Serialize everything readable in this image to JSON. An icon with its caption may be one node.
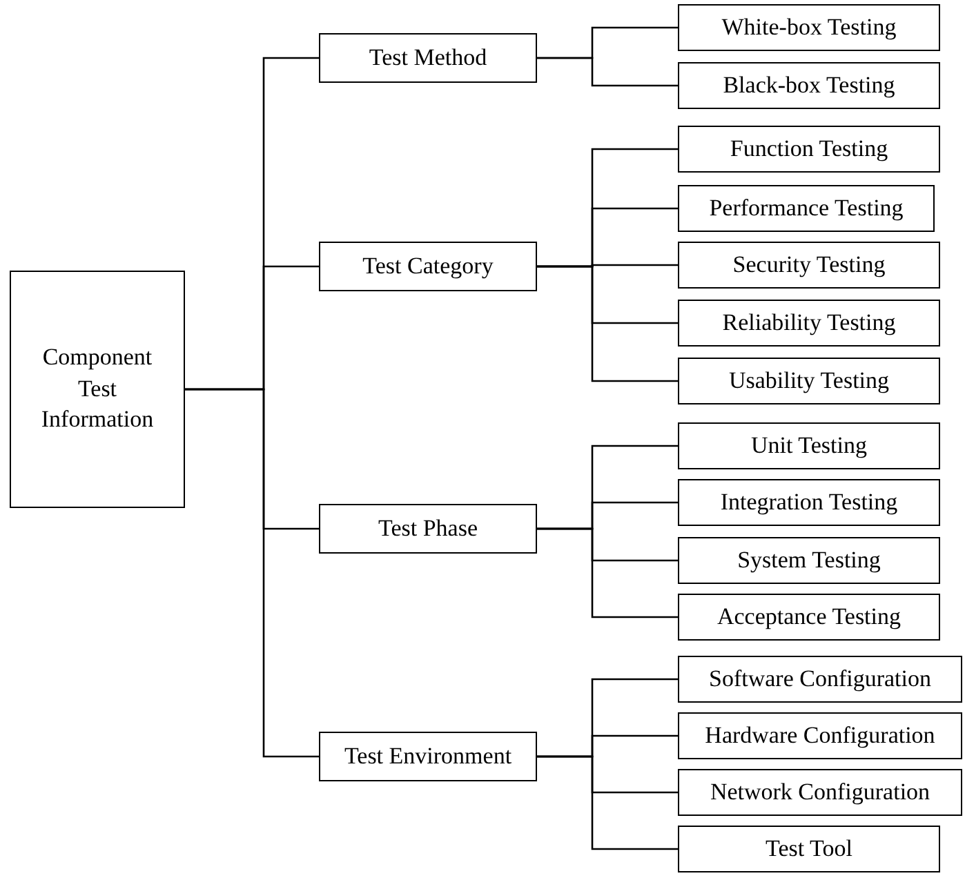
{
  "diagram": {
    "nodes": [
      {
        "text": [
          "Component Test Information"
        ]
      },
      {
        "text": [
          "Test Method"
        ]
      },
      {
        "text": [
          "White-box Testing"
        ]
      },
      {
        "text": [
          "Black-box Testing"
        ]
      },
      {
        "text": [
          "Test Category"
        ]
      },
      {
        "text": [
          "Function Testing"
        ]
      },
      {
        "text": [
          "Performance Testing"
        ]
      },
      {
        "text": [
          "Security Testing"
        ]
      },
      {
        "text": [
          "Reliability Testing"
        ]
      },
      {
        "text": [
          "Usability Testing"
        ]
      },
      {
        "text": [
          "Test Phase"
        ]
      },
      {
        "text": [
          "Unit Testing"
        ]
      },
      {
        "text": [
          "Integration Testing"
        ]
      },
      {
        "text": [
          "System Testing"
        ]
      },
      {
        "text": [
          "Acceptance Testing"
        ]
      },
      {
        "text": [
          "Test Environment"
        ]
      },
      {
        "text": [
          "Software Configuration"
        ]
      },
      {
        "text": [
          "Hardware Configuration"
        ]
      },
      {
        "text": [
          "Network Configuration"
        ]
      },
      {
        "text": [
          "Test Tool"
        ]
      }
    ],
    "edges": [
      {
        "from": 0,
        "to": 1,
        "arrow": "none"
      },
      {
        "from": 0,
        "to": 4,
        "arrow": "none"
      },
      {
        "from": 0,
        "to": 10,
        "arrow": "none"
      },
      {
        "from": 0,
        "to": 15,
        "arrow": "none"
      },
      {
        "from": 1,
        "to": 2,
        "arrow": "none"
      },
      {
        "from": 1,
        "to": 3,
        "arrow": "none"
      },
      {
        "from": 4,
        "to": 5,
        "arrow": "none"
      },
      {
        "from": 4,
        "to": 6,
        "arrow": "none"
      },
      {
        "from": 4,
        "to": 7,
        "arrow": "none"
      },
      {
        "from": 4,
        "to": 8,
        "arrow": "none"
      },
      {
        "from": 4,
        "to": 9,
        "arrow": "none"
      },
      {
        "from": 10,
        "to": 11,
        "arrow": "none"
      },
      {
        "from": 10,
        "to": 12,
        "arrow": "none"
      },
      {
        "from": 10,
        "to": 13,
        "arrow": "none"
      },
      {
        "from": 10,
        "to": 14,
        "arrow": "none"
      },
      {
        "from": 15,
        "to": 16,
        "arrow": "none"
      },
      {
        "from": 15,
        "to": 17,
        "arrow": "none"
      },
      {
        "from": 15,
        "to": 18,
        "arrow": "none"
      },
      {
        "from": 15,
        "to": 19,
        "arrow": "none"
      }
    ]
  }
}
